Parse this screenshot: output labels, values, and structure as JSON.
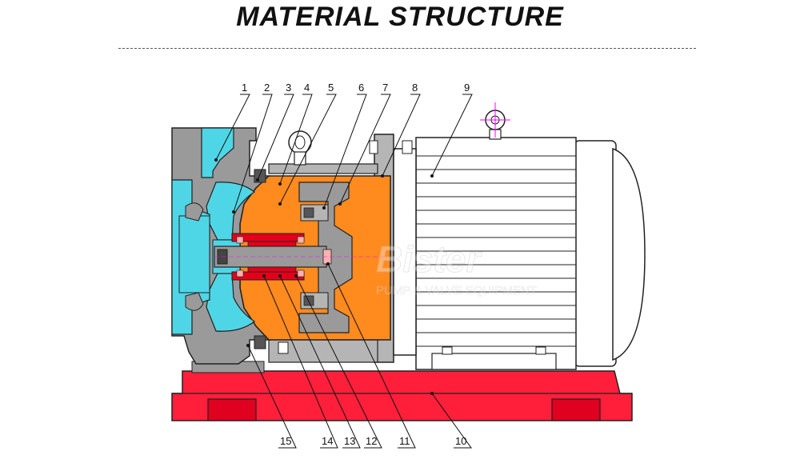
{
  "title": "MATERIAL STRUCTURE",
  "watermark": {
    "brand": "Bister",
    "subtitle": "PUMP & VALVE EQUIPMENT"
  },
  "callouts_top": [
    "1",
    "2",
    "3",
    "4",
    "5",
    "6",
    "7",
    "8",
    "9"
  ],
  "callouts_bottom": [
    "15",
    "14",
    "13",
    "12",
    "11",
    "10"
  ],
  "colors": {
    "casing_blue": "#4fd6e6",
    "body_grey": "#9a9a9a",
    "bracket_orange": "#ff8a1e",
    "base_red": "#ff1f3a",
    "seal_red": "#e3001b",
    "motor_white": "#ffffff",
    "crosshair_magenta": "#ff00ff"
  }
}
